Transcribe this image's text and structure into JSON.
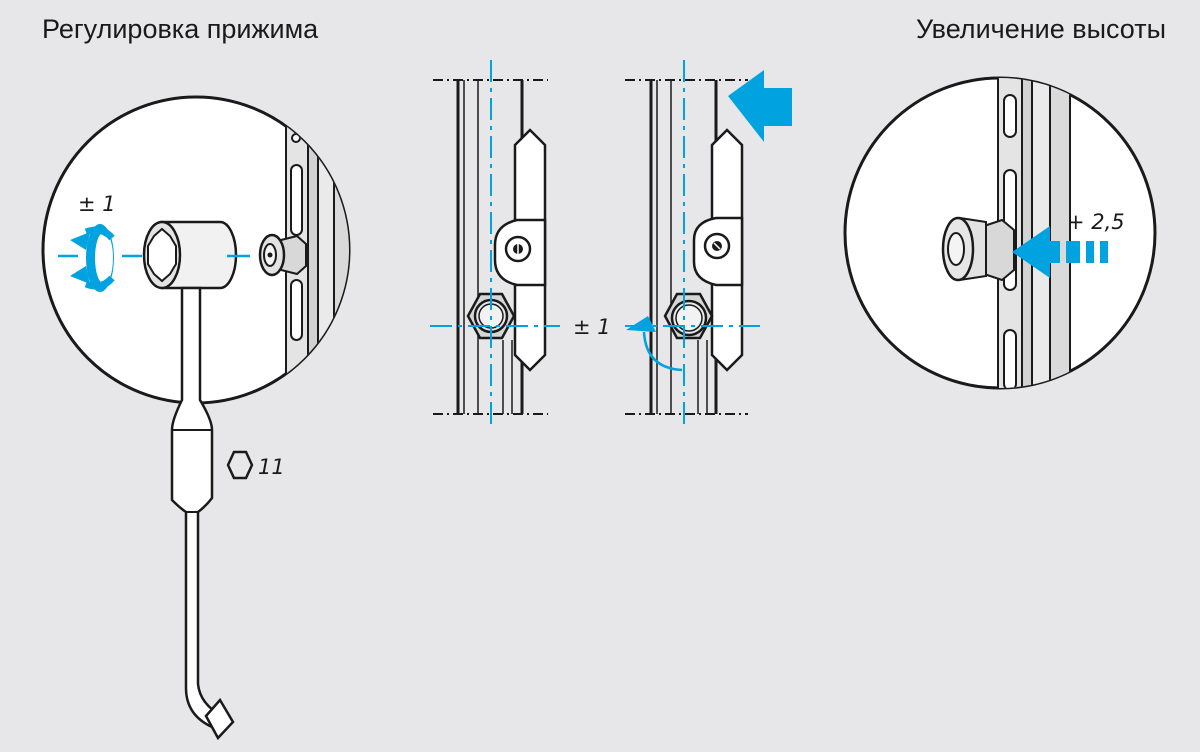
{
  "titles": {
    "left": "Регулировка прижима",
    "right": "Увеличение высоты"
  },
  "labels": {
    "wrench_adjust": "± 1",
    "hex_size": "11",
    "center_adjust": "± 1",
    "height_increase": "+ 2,5"
  },
  "colors": {
    "accent": "#00a3e0",
    "line": "#1a1a1a",
    "background": "#e7e7e9",
    "panel": "#ffffff",
    "part_fill": "#ececec"
  },
  "icons": {
    "rotate_arrows": "rotate-arrows-icon",
    "hexagon": "hexagon-icon",
    "push_arrow": "push-arrow-icon"
  }
}
